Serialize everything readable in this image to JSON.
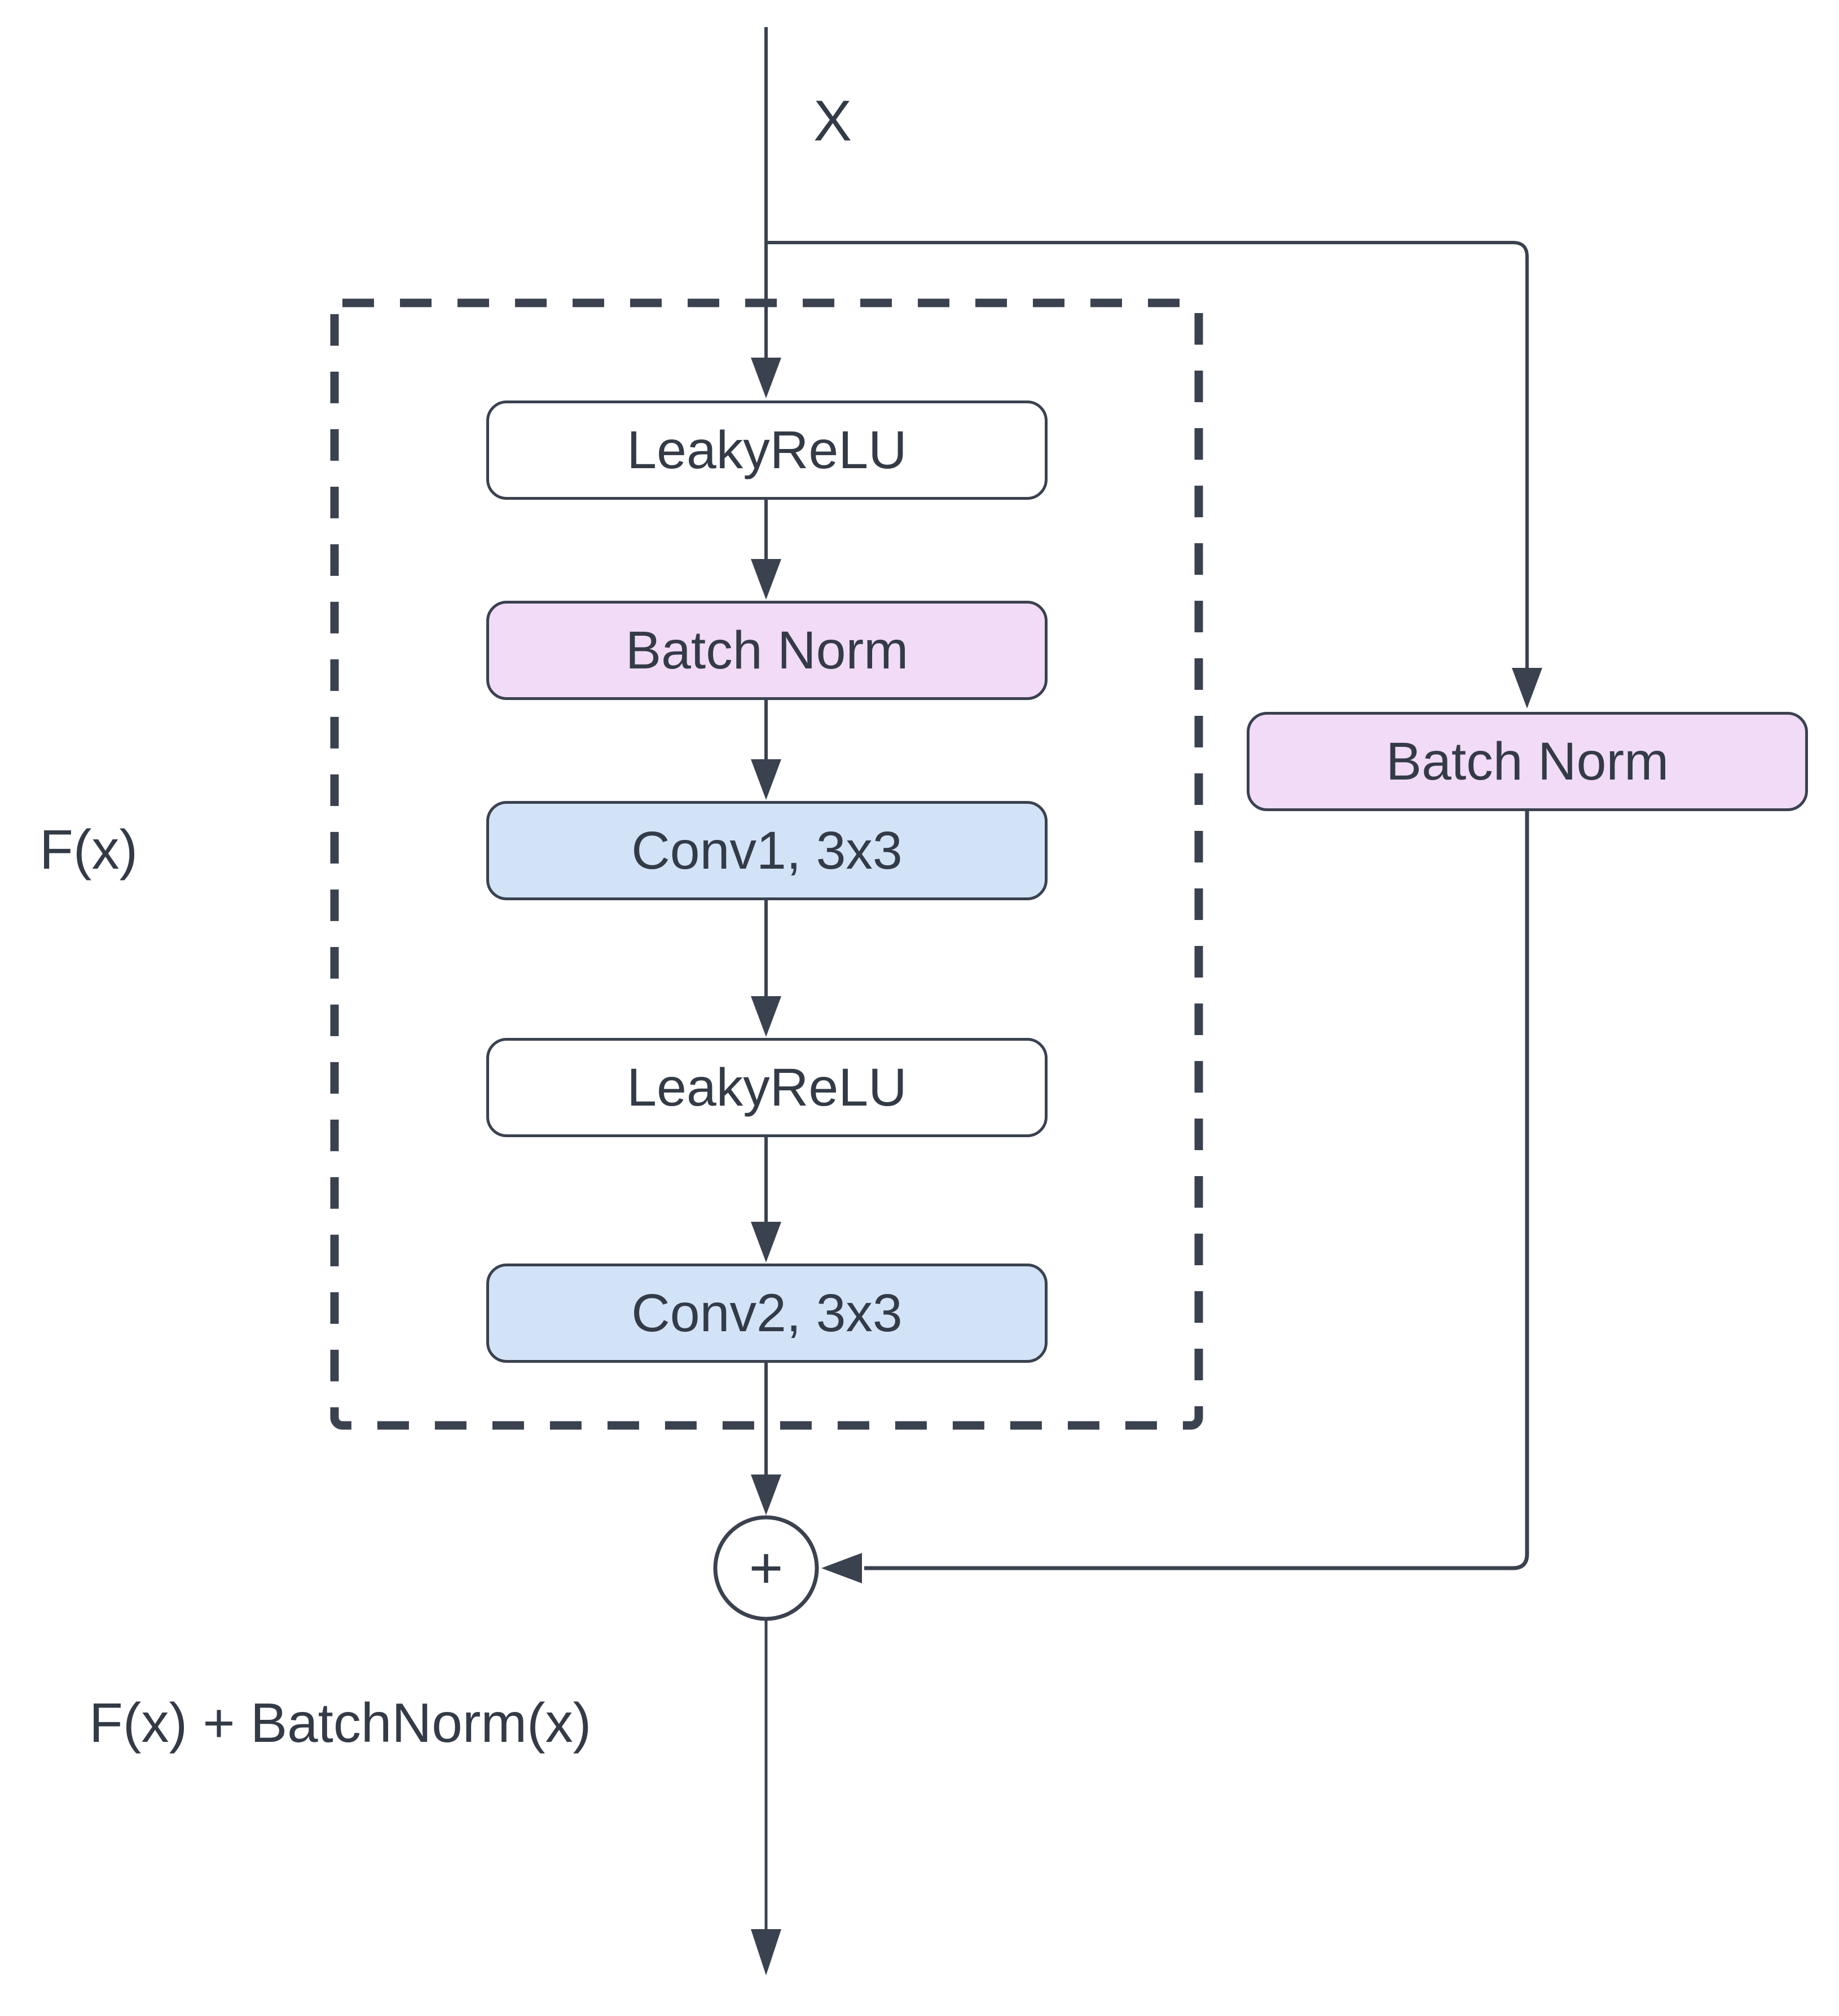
{
  "diagram": {
    "input_label": "X",
    "function_label": "F(x)",
    "output_label": "F(x) + BatchNorm(x)",
    "sum_symbol": "+",
    "blocks": [
      {
        "label": "LeakyReLU",
        "fill": "#ffffff"
      },
      {
        "label": "Batch Norm",
        "fill": "#f2dbf7"
      },
      {
        "label": "Conv1, 3x3",
        "fill": "#d2e3f8"
      },
      {
        "label": "LeakyReLU",
        "fill": "#ffffff"
      },
      {
        "label": "Conv2, 3x3",
        "fill": "#d2e3f8"
      }
    ],
    "skip_block": {
      "label": "Batch Norm",
      "fill": "#f2dbf7"
    },
    "colors": {
      "stroke": "#3a4250",
      "text": "#333b47",
      "pink_fill": "#f2dbf7",
      "blue_fill": "#d2e3f8",
      "white_fill": "#ffffff",
      "background": "#ffffff"
    }
  }
}
